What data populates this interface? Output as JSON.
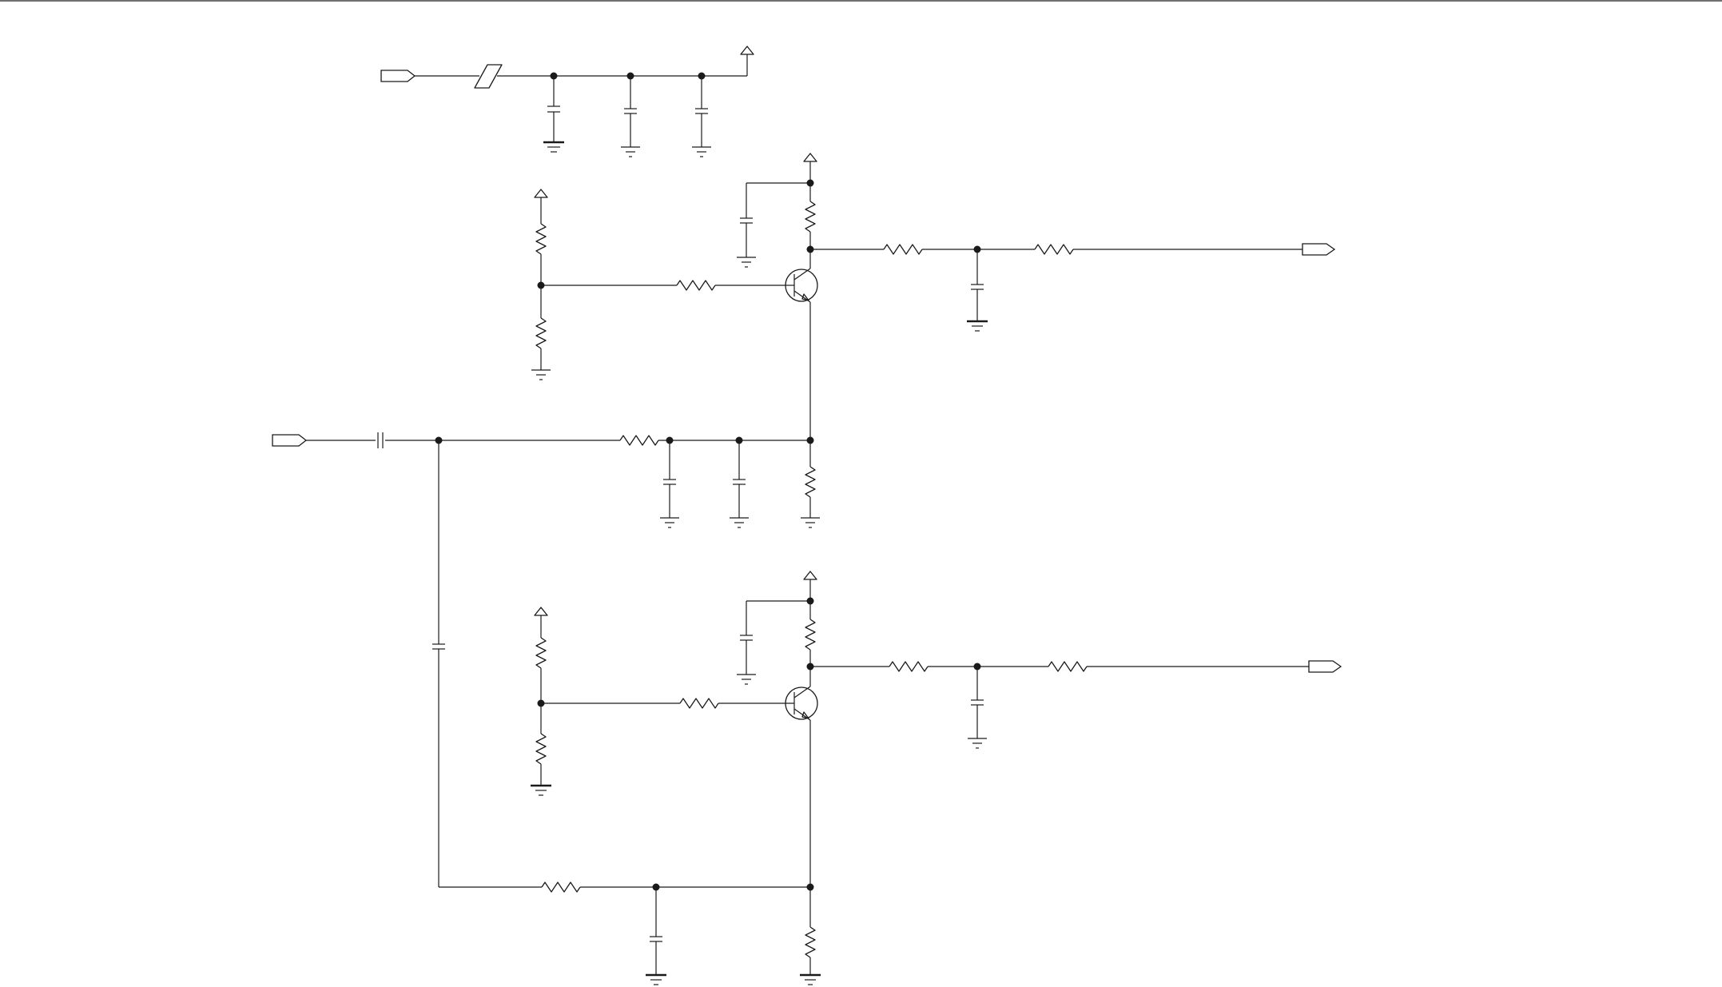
{
  "diagram": {
    "kind": "circuit-schematic",
    "stroke_color": "#1a1a1a",
    "background": "#ffffff",
    "blocks": [
      {
        "name": "supply-filter",
        "components": [
          "input-port",
          "ferrite-bead",
          "capacitor",
          "capacitor",
          "capacitor",
          "supply-rail"
        ]
      },
      {
        "name": "amplifier-stage-1",
        "components": [
          "npn-transistor",
          "bias-resistor-top",
          "bias-resistor-bottom",
          "base-resistor",
          "collector-resistor",
          "decoupling-capacitor",
          "output-resistor",
          "output-resistor",
          "output-capacitor",
          "output-port"
        ]
      },
      {
        "name": "input-network",
        "components": [
          "input-port",
          "coupling-capacitor",
          "series-resistor",
          "capacitor",
          "capacitor",
          "emitter-resistor"
        ]
      },
      {
        "name": "amplifier-stage-2",
        "components": [
          "npn-transistor",
          "bias-resistor-top",
          "bias-resistor-bottom",
          "base-resistor",
          "collector-resistor",
          "decoupling-capacitor",
          "output-resistor",
          "output-resistor",
          "output-capacitor",
          "output-port",
          "series-resistor",
          "capacitor",
          "emitter-resistor"
        ]
      }
    ]
  }
}
